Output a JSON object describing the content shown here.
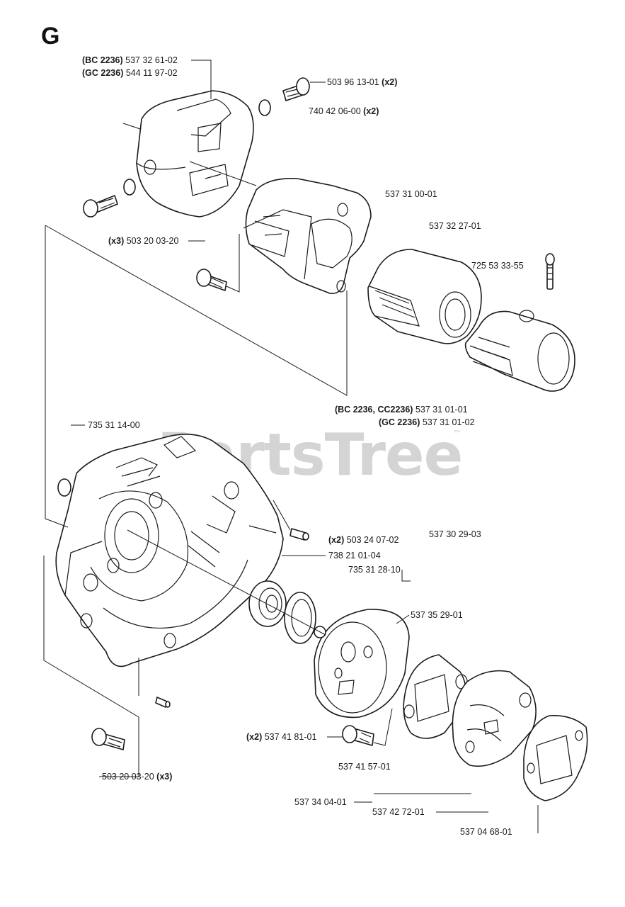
{
  "section_letter": "G",
  "watermark": {
    "text": "PartsTree",
    "tm": "™"
  },
  "callouts": {
    "cover_bc": {
      "qual": "(BC 2236)",
      "num": "537 32 61-02"
    },
    "cover_gc": {
      "qual": "(GC 2236)",
      "num": "544 11 97-02"
    },
    "screw_top": {
      "num": "503 96 13-01",
      "qty": "(x2)"
    },
    "oring": {
      "num": "740 42 06-00",
      "qty": "(x2)"
    },
    "cylinder": {
      "num": "537 31 00-01"
    },
    "boom_holder": {
      "num": "537 32 27-01"
    },
    "clamp_screw": {
      "num": "725 53 33-55"
    },
    "screw_x3": {
      "qty": "(x3)",
      "num": "503 20 03-20"
    },
    "clamp_bc": {
      "qual": "(BC 2236, CC2236)",
      "num": "537 31 01-01"
    },
    "clamp_gc": {
      "qual": "(GC 2236)",
      "num": "537 31 01-02"
    },
    "crankcase": {
      "num": "735 31 14-00"
    },
    "housing": {
      "num": "537 30 29-03"
    },
    "pin": {
      "qty": "(x2)",
      "num": "503 24 07-02"
    },
    "bearing": {
      "num": "738 21 01-04"
    },
    "seal": {
      "num": "735 31 28-10"
    },
    "drum": {
      "num": "537 35 29-01"
    },
    "shoulder_screw": {
      "qty": "(x2)",
      "num": "537 41 81-01"
    },
    "washer": {
      "num": "537 41 57-01"
    },
    "screw_bottom": {
      "num": "503 20 03-20",
      "qty": "(x3)"
    },
    "clutch": {
      "num": "537 34 04-01"
    },
    "spring": {
      "num": "537 42 72-01"
    },
    "plate": {
      "num": "537 04 68-01"
    }
  }
}
